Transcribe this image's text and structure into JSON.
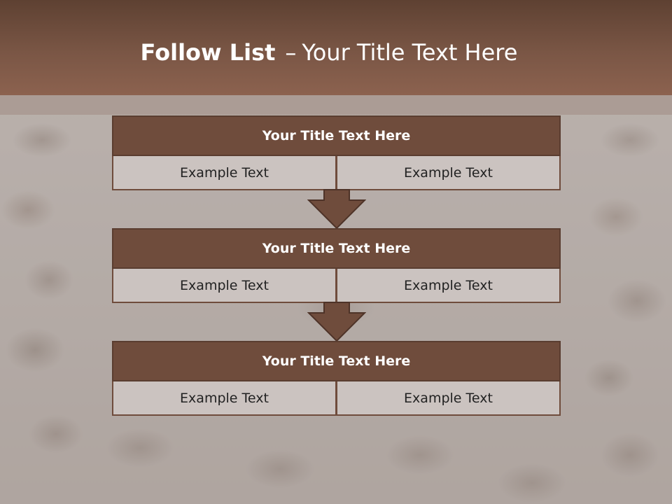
{
  "slide": {
    "title_bold": "Follow List",
    "title_dash": "–",
    "title_rest": "Your Title Text Here"
  },
  "blocks": [
    {
      "title": "Your Title Text Here",
      "left_text": "Example Text",
      "right_text": "Example Text"
    },
    {
      "title": "Your Title Text Here",
      "left_text": "Example Text",
      "right_text": "Example Text"
    },
    {
      "title": "Your Title Text Here",
      "left_text": "Example Text",
      "right_text": "Example Text"
    }
  ],
  "colors": {
    "header": "#7a5645",
    "title_bar": "#6f4c3c",
    "cell": "#cbc3c0"
  },
  "icons": [
    "down-arrow-icon",
    "down-arrow-icon"
  ]
}
